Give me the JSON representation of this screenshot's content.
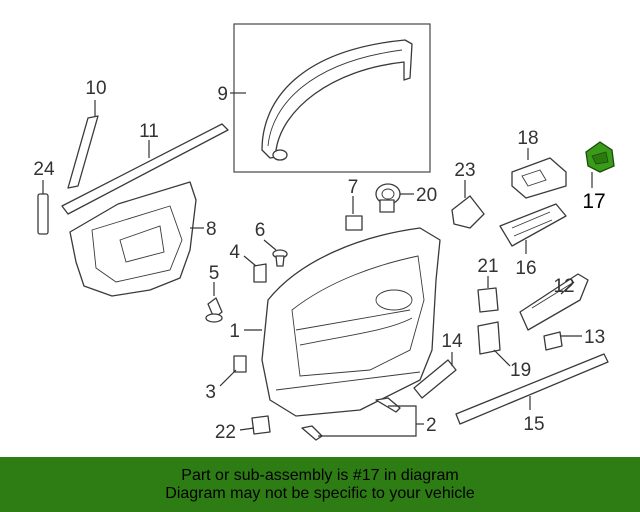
{
  "diagram": {
    "callouts": [
      "1",
      "2",
      "3",
      "4",
      "5",
      "6",
      "7",
      "8",
      "9",
      "10",
      "11",
      "12",
      "13",
      "14",
      "15",
      "16",
      "17",
      "18",
      "19",
      "20",
      "21",
      "22",
      "23",
      "24"
    ],
    "highlighted_part": "17"
  },
  "banner": {
    "line1": "Part or sub-assembly is #17 in diagram",
    "line2": "Diagram may not be specific to your vehicle"
  },
  "colors": {
    "banner_bg": "#2e7d14",
    "highlight_fill": "#3a9a1a",
    "line": "#333333"
  }
}
